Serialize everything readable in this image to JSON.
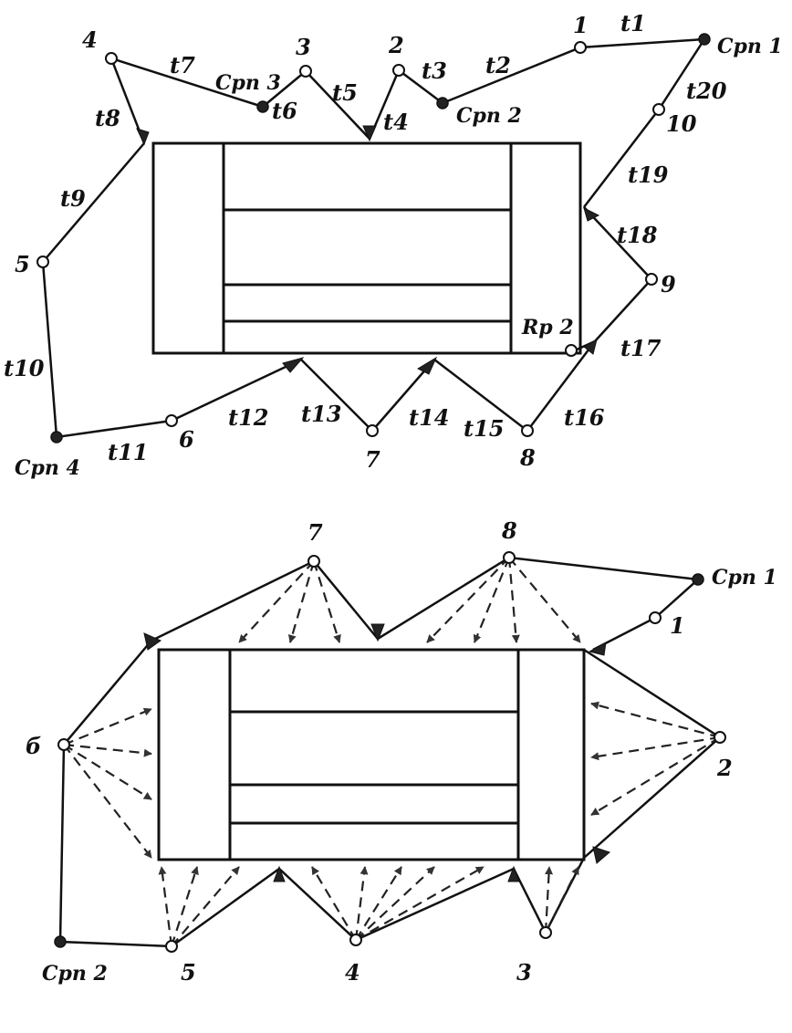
{
  "figure_top": {
    "points": [
      {
        "id": "p4",
        "label": "4"
      },
      {
        "id": "p3",
        "label": "3"
      },
      {
        "id": "p2",
        "label": "2"
      },
      {
        "id": "p1",
        "label": "1"
      },
      {
        "id": "p10",
        "label": "10"
      },
      {
        "id": "p9",
        "label": "9"
      },
      {
        "id": "p8",
        "label": "8"
      },
      {
        "id": "p7",
        "label": "7"
      },
      {
        "id": "p6",
        "label": "6"
      },
      {
        "id": "p5",
        "label": "5"
      }
    ],
    "stations": [
      {
        "id": "srp1",
        "label": "Срп 1"
      },
      {
        "id": "srp2",
        "label": "Срп 2"
      },
      {
        "id": "srp3",
        "label": "Срп 3"
      },
      {
        "id": "srp4",
        "label": "Срп 4"
      },
      {
        "id": "rp2",
        "label": "Rp 2"
      }
    ],
    "segments": [
      "t1",
      "t2",
      "t3",
      "t4",
      "t5",
      "t6",
      "t7",
      "t8",
      "t9",
      "t10",
      "t11",
      "t12",
      "t13",
      "t14",
      "t15",
      "t16",
      "t17",
      "t18",
      "t19",
      "t20"
    ]
  },
  "figure_bottom": {
    "points": [
      {
        "id": "q7",
        "label": "7"
      },
      {
        "id": "q8",
        "label": "8"
      },
      {
        "id": "q1",
        "label": "1"
      },
      {
        "id": "q2",
        "label": "2"
      },
      {
        "id": "q6",
        "label": "б"
      },
      {
        "id": "q5",
        "label": "5"
      },
      {
        "id": "q4",
        "label": "4"
      },
      {
        "id": "q3",
        "label": "3"
      }
    ],
    "stations": [
      {
        "id": "srp1b",
        "label": "Срп 1"
      },
      {
        "id": "srp2b",
        "label": "Срп 2"
      }
    ]
  }
}
